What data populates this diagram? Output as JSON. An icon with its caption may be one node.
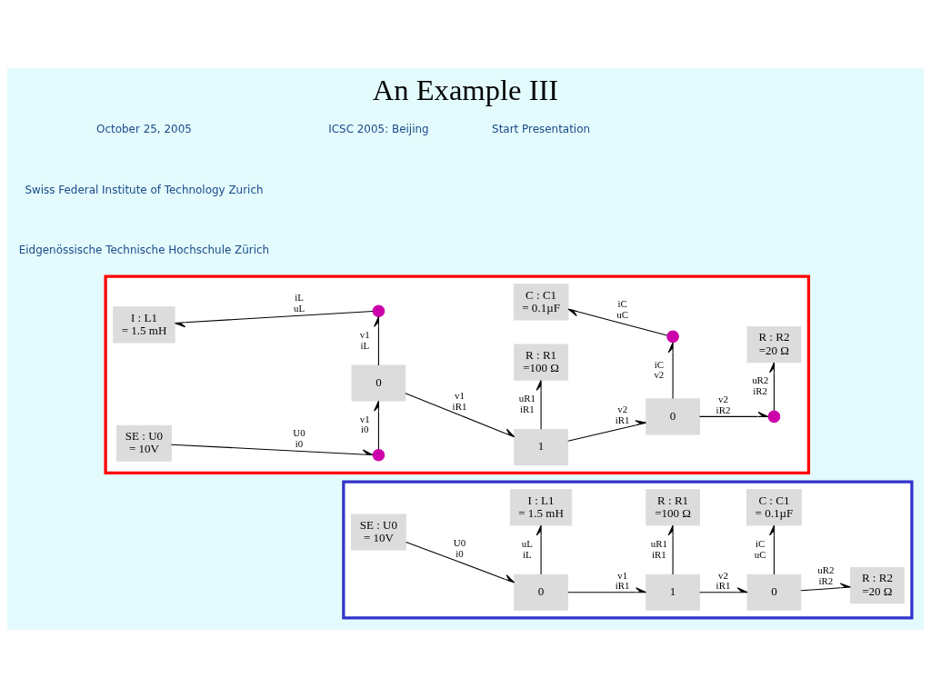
{
  "diagram": {
    "title": "An Example III",
    "nodes": [
      {
        "text": [],
        "shape": "box"
      },
      {
        "text": [
          "I : L1",
          "= 1.5 mH"
        ],
        "in": 0
      },
      {
        "text": [],
        "shape": "cross",
        "in": 0
      },
      {
        "text": [
          "R : R1",
          "=100 Ω"
        ],
        "in": 0
      },
      {
        "text": [
          "R : R2",
          "=20 Ω"
        ],
        "in": 0
      },
      {
        "text": [
          "0"
        ],
        "in": 0
      },
      {
        "text": [
          "1"
        ],
        "in": 0
      },
      {
        "text": [
          "0"
        ],
        "in": 0
      },
      {
        "text": [],
        "shape": "cross",
        "in": 0
      },
      {
        "text": [
          "SE : U0",
          "= 10V"
        ],
        "in": 0
      },
      {
        "text": [],
        "shape": "cross",
        "in": 0
      },
      {
        "text": [
          "C : C1",
          "= 0.1µF"
        ],
        "in": 0
      },
      {
        "text": [],
        "shape": "cross",
        "in": 0
      },
      {
        "text": [],
        "shape": "box"
      },
      {
        "text": [
          "I : L1",
          "= 1.5 mH"
        ],
        "in": 13
      },
      {
        "text": [
          "R : R1",
          "=100 Ω"
        ],
        "in": 13
      },
      {
        "text": [
          "SE : U0",
          "= 10V"
        ],
        "in": 13
      },
      {
        "text": [
          "0"
        ],
        "in": 13
      },
      {
        "text": [
          "1"
        ],
        "in": 13
      },
      {
        "text": [
          "0"
        ],
        "in": 13
      },
      {
        "text": [
          "R : R2",
          "=20 Ω"
        ],
        "in": 13
      },
      {
        "text": [
          "C : C1",
          "= 0.1µF"
        ],
        "in": 13
      }
    ],
    "edges": [
      {
        "from": 2,
        "to": 1,
        "arrow": "to",
        "label": "iL uL"
      },
      {
        "from": 5,
        "to": 2,
        "arrow": "to",
        "label": "v1 iL"
      },
      {
        "from": 6,
        "to": 3,
        "arrow": "to",
        "label": "uR1 iR1"
      },
      {
        "from": 8,
        "to": 4,
        "arrow": "to",
        "label": "uR2 iR2"
      },
      {
        "from": 5,
        "to": 6,
        "arrow": "to",
        "label": "v1 iR1"
      },
      {
        "from": 6,
        "to": 7,
        "arrow": "to",
        "label": "v2 iR1"
      },
      {
        "from": 7,
        "to": 8,
        "arrow": "to",
        "label": "v2 iR2"
      },
      {
        "from": 10,
        "to": 5,
        "arrow": "to",
        "label": "v1 i0"
      },
      {
        "from": 9,
        "to": 10,
        "arrow": "to",
        "label": "U0 i0"
      },
      {
        "from": 7,
        "to": 12,
        "arrow": "to",
        "label": "iC v2"
      },
      {
        "from": 12,
        "to": 11,
        "arrow": "to",
        "label": "iC uC"
      },
      {
        "from": 16,
        "to": 17,
        "arrow": "to",
        "label": "U0 i0"
      },
      {
        "from": 17,
        "to": 14,
        "arrow": "to",
        "label": "uL iL"
      },
      {
        "from": 18,
        "to": 15,
        "arrow": "to",
        "label": "uR1 iR1"
      },
      {
        "from": 17,
        "to": 18,
        "arrow": "to",
        "label": "v1 iR1"
      },
      {
        "from": 18,
        "to": 19,
        "arrow": "to",
        "label": "v2 iR1"
      },
      {
        "from": 19,
        "to": 20,
        "arrow": "to",
        "label": "uR2 iR2"
      },
      {
        "from": 19,
        "to": 21,
        "arrow": "to",
        "label": "iC uC"
      }
    ],
    "labels": [
      "Eidgenössische Technische Hochschule Zürich",
      "Swiss Federal Institute of Technology Zurich",
      "October 25, 2005",
      "ICSC 2005: Beijing",
      "Start Presentation"
    ]
  }
}
